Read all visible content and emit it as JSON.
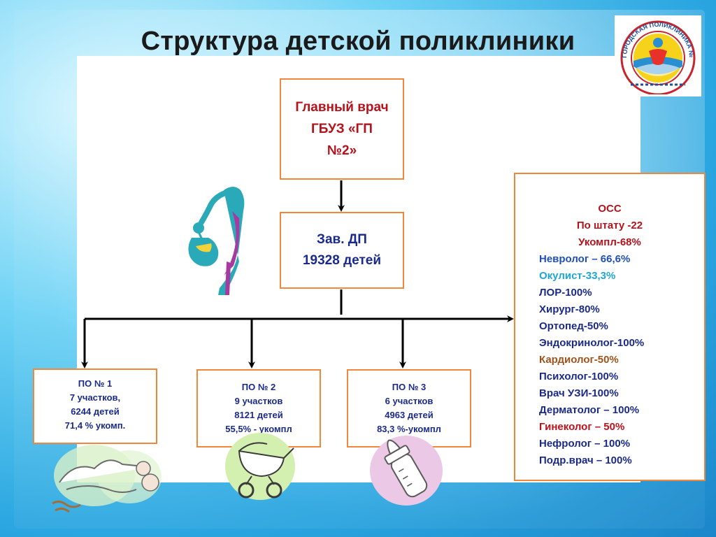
{
  "title": "Структура детской поликлиники",
  "chief": {
    "line1": "Главный врач",
    "line2": "ГБУЗ «ГП",
    "line3": "№2»"
  },
  "zav": {
    "line1": "Зав. ДП",
    "line2": "19328 детей"
  },
  "po": [
    {
      "line1": "ПО № 1",
      "line2": "7 участков,",
      "line3": "6244 детей",
      "line4": "71,4 % укомп."
    },
    {
      "line1": "ПО № 2",
      "line2": "9 участков",
      "line3": "8121 детей",
      "line4": "55,5% - укомпл"
    },
    {
      "line1": "ПО № 3",
      "line2": "6 участков",
      "line3": "4963 детей",
      "line4": "83,3 %-укомпл"
    }
  ],
  "oss": {
    "head1": "ОСС",
    "head2": "По штату -22",
    "head3": "Укомпл-68%",
    "items": [
      {
        "text": "Невролог – 66,6%",
        "color": "#1f4fb8"
      },
      {
        "text": "Окулист-33,3%",
        "color": "#1ea6d8"
      },
      {
        "text": "ЛОР-100%",
        "color": "#1a2a8a"
      },
      {
        "text": "Хирург-80%",
        "color": "#1a2a8a"
      },
      {
        "text": "Ортопед-50%",
        "color": "#1a2a8a"
      },
      {
        "text": "Эндокринолог-100%",
        "color": "#1a2a8a"
      },
      {
        "text": "Кардиолог-50%",
        "color": "#a0521b"
      },
      {
        "text": "Психолог-100%",
        "color": "#1a2a8a"
      },
      {
        "text": "Врач УЗИ-100%",
        "color": "#1a2a8a"
      },
      {
        "text": "Дерматолог – 100%",
        "color": "#1a2a8a"
      },
      {
        "text": "Гинеколог – 50%",
        "color": "#c0101b"
      },
      {
        "text": "Нефролог – 100%",
        "color": "#1a2a8a"
      },
      {
        "text": "Подр.врач – 100%",
        "color": "#1a2a8a"
      }
    ]
  },
  "logo_text": "ГОРОДСКАЯ ПОЛИКЛИНИКА №2",
  "icons": [
    "stork-icon",
    "storks-with-baby-icon",
    "baby-carriage-icon",
    "baby-bottle-icon",
    "clinic-logo-icon"
  ]
}
